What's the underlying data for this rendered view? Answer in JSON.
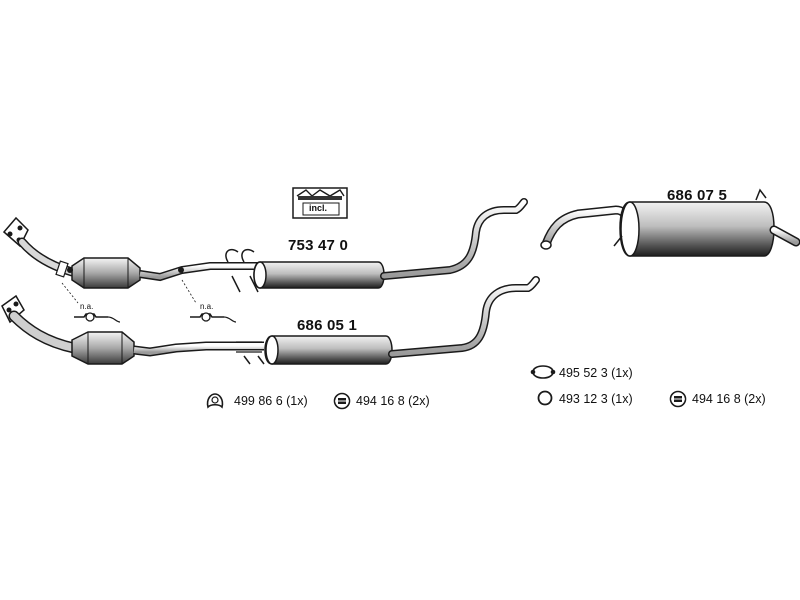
{
  "parts": {
    "upper_middle_silencer": "753 47 0",
    "lower_middle_silencer": "686 05 1",
    "rear_silencer": "686 07 5"
  },
  "notes": {
    "not_available_1": "n.a.",
    "not_available_2": "n.a.",
    "included": "incl."
  },
  "hardware": {
    "left": [
      {
        "icon": "gasket-icon",
        "text": "499 86 6 (1x)"
      },
      {
        "icon": "rubber-mount-icon",
        "text": "494 16 8 (2x)"
      }
    ],
    "right": [
      {
        "icon": "clamp-icon",
        "text": "495 52 3 (1x)"
      },
      {
        "icon": "ring-icon",
        "text": "493 12 3 (1x)"
      },
      {
        "icon": "rubber-mount-icon",
        "text": "494 16 8 (2x)"
      }
    ]
  },
  "colors": {
    "line": "#1a1a1a",
    "body_light": "#e6e6e6",
    "body_shade": "#9a9a9a",
    "body_dark": "#3a3a3a"
  }
}
